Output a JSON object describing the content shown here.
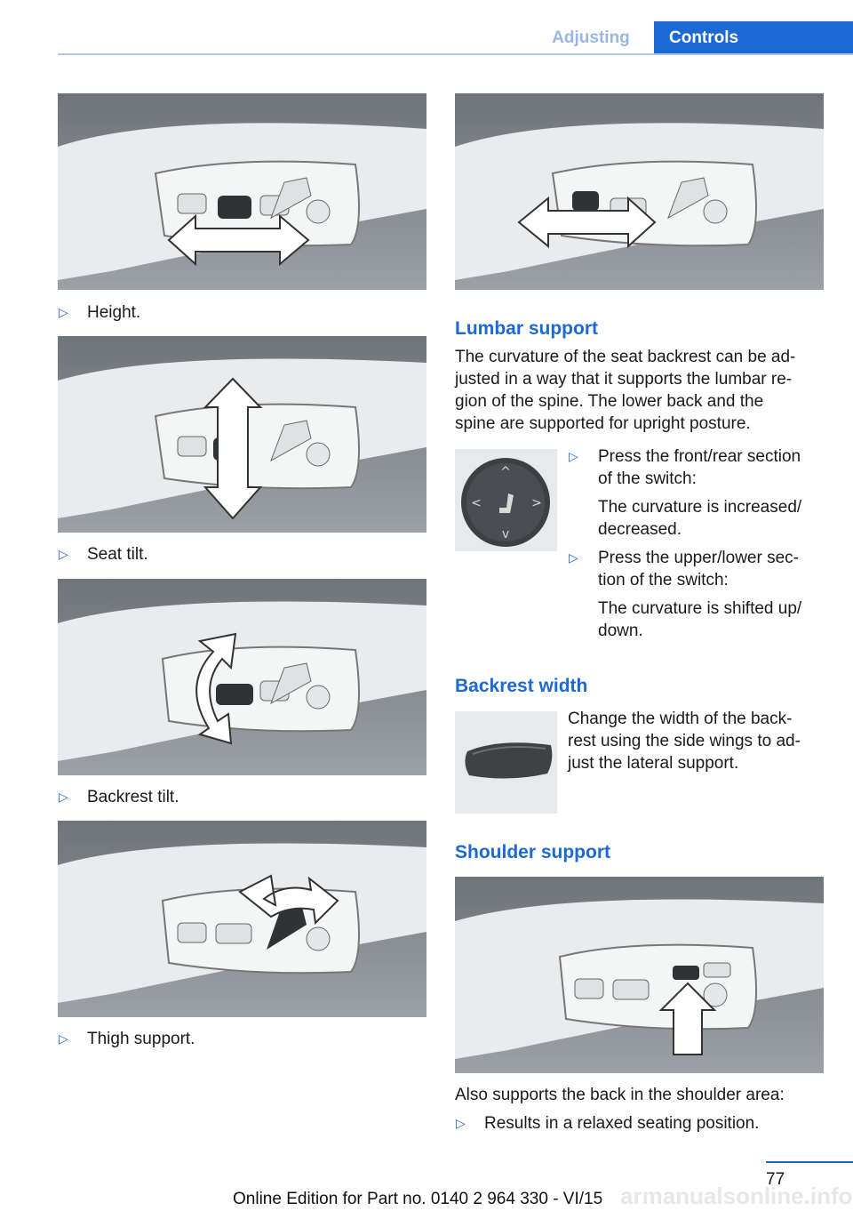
{
  "header": {
    "section": "Adjusting",
    "tab": "Controls"
  },
  "left": {
    "captions": [
      "Height.",
      "Seat tilt.",
      "Backrest tilt.",
      "Thigh support."
    ]
  },
  "lumbar": {
    "title": "Lumbar support",
    "para": [
      "The curvature of the seat backrest can be ad-",
      "justed in a way that it supports the lumbar re-",
      "gion of the spine. The lower back and the",
      "spine are supported for upright posture."
    ],
    "item1": [
      "Press the front/rear section",
      "of the switch:"
    ],
    "item1_sub": [
      "The curvature is increased/",
      "decreased."
    ],
    "item2": [
      "Press the upper/lower sec-",
      "tion of the switch:"
    ],
    "item2_sub": [
      "The curvature is shifted up/",
      "down."
    ]
  },
  "backrest": {
    "title": "Backrest width",
    "para": [
      "Change the width of the back-",
      "rest using the side wings to ad-",
      "just the lateral support."
    ]
  },
  "shoulder": {
    "title": "Shoulder support",
    "para": "Also supports the back in the shoulder area:",
    "item": "Results in a relaxed seating position."
  },
  "footer": {
    "page": "77",
    "text": "Online Edition for Part no. 0140 2 964 330 - VI/15",
    "watermark": "armanualsonline.info"
  },
  "colors": {
    "accent": "#1c69d4",
    "tab_text": "#ffffff"
  }
}
